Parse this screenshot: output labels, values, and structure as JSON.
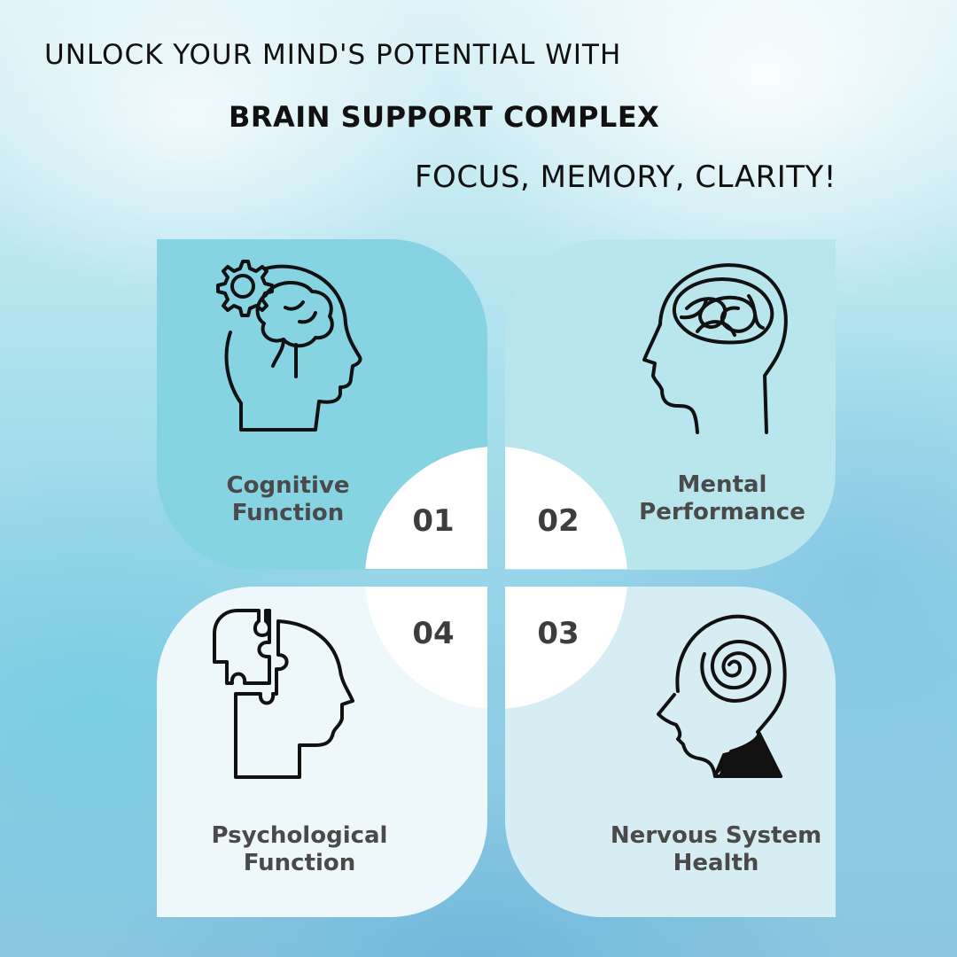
{
  "header": {
    "line1": "UNLOCK YOUR MIND'S POTENTIAL WITH",
    "line2": "BRAIN SUPPORT COMPLEX",
    "line3": "FOCUS, MEMORY, CLARITY!"
  },
  "quadrants": [
    {
      "number": "01",
      "label_line1": "Cognitive",
      "label_line2": "Function",
      "icon": "head-gear-brain-icon",
      "color": "#86d4e2"
    },
    {
      "number": "02",
      "label_line1": "Mental",
      "label_line2": "Performance",
      "icon": "head-tangled-brain-icon",
      "color": "#b9e6ed"
    },
    {
      "number": "03",
      "label_line1": "Nervous System",
      "label_line2": "Health",
      "icon": "head-spiral-icon",
      "color": "#d7edf4"
    },
    {
      "number": "04",
      "label_line1": "Psychological",
      "label_line2": "Function",
      "icon": "head-puzzle-icon",
      "color": "#eef7f9"
    }
  ]
}
